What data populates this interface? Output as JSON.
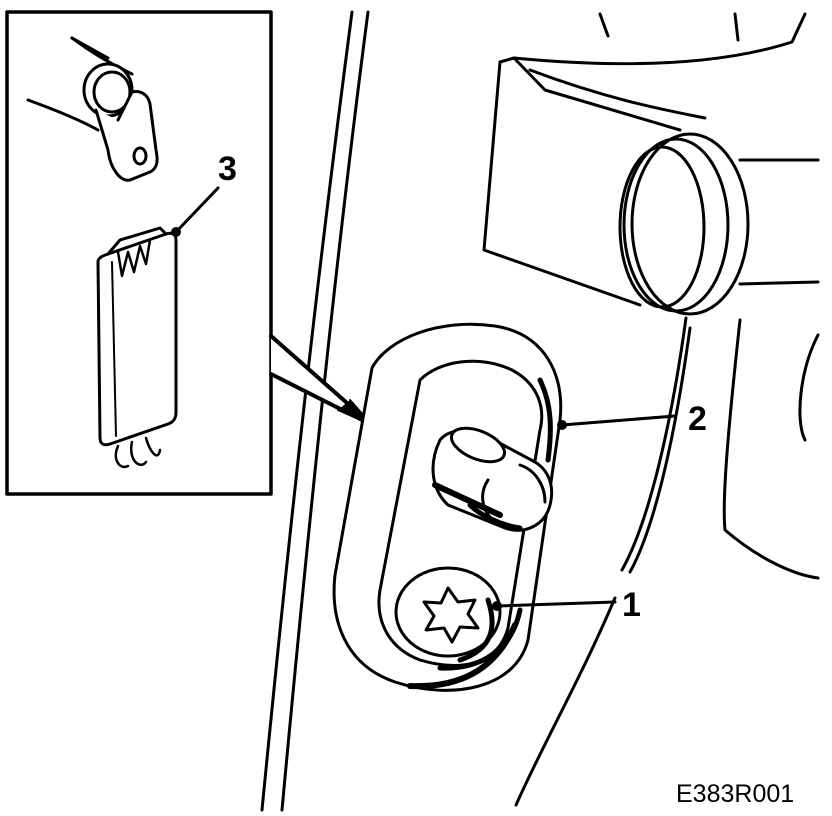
{
  "callouts": [
    {
      "number": "1"
    },
    {
      "number": "2"
    },
    {
      "number": "3"
    }
  ],
  "figure_code": "E383R001",
  "colors": {
    "ink": "#000000",
    "paper": "#ffffff"
  },
  "icons": [
    "torx-screw-icon",
    "door-striker-pin-icon",
    "striker-plate-icon",
    "door-hinge-icon",
    "contact-switch-icon",
    "wire-harness-icon"
  ]
}
